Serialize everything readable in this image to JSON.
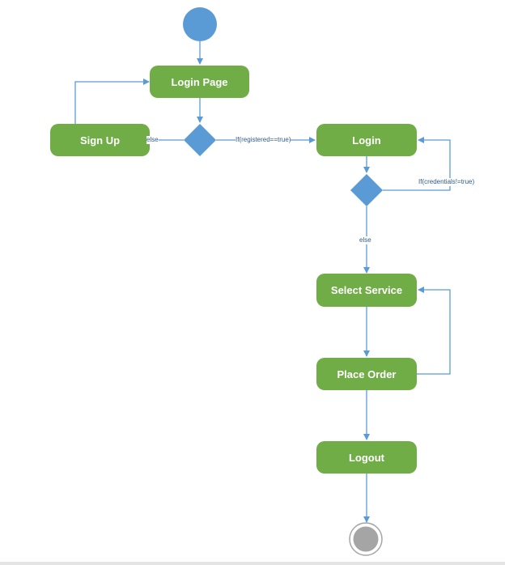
{
  "nodes": {
    "login_page": "Login Page",
    "sign_up": "Sign Up",
    "login": "Login",
    "select_service": "Select Service",
    "place_order": "Place Order",
    "logout": "Logout"
  },
  "edges": {
    "registered_true": "If(registered==true)",
    "registered_else": "else",
    "credentials_not_true": "If(credentials!=true)",
    "credentials_else": "else"
  },
  "colors": {
    "action_fill": "#70ad47",
    "decision_fill": "#5b9bd5",
    "start_fill": "#5b9bd5",
    "end_fill": "#a5a5a5",
    "arrow": "#5b9bd5",
    "label_text": "#2e5b8c"
  }
}
